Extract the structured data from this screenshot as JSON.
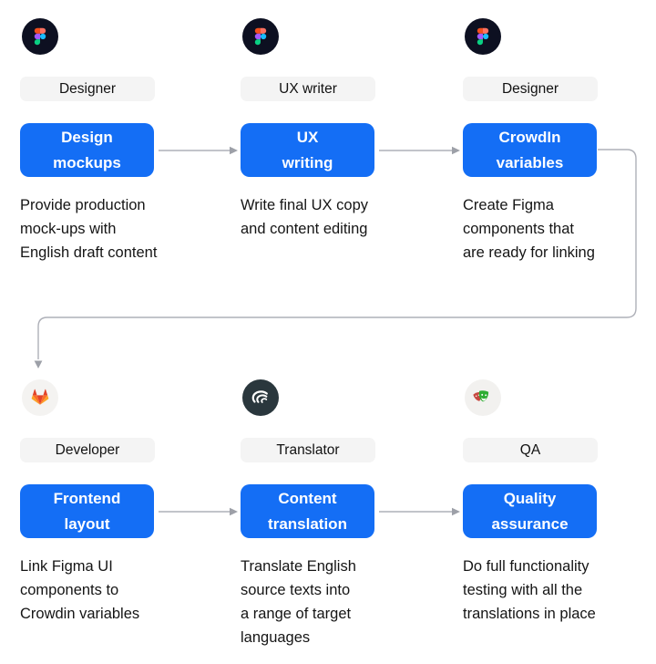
{
  "page": {
    "background": "#ffffff"
  },
  "colors": {
    "accent_blue": "#146EF5",
    "role_badge_bg": "#F4F4F4",
    "connector_line": "#AEB0B8",
    "arrowhead": "#9DA0A8",
    "text": "#151515",
    "node_text": "#ffffff"
  },
  "rows": [
    {
      "steps": [
        {
          "icon": "figma-icon",
          "role": "Designer",
          "box_lines": [
            "Design",
            "mockups"
          ],
          "desc_lines": [
            "Provide production",
            "mock-ups with",
            "English draft content"
          ]
        },
        {
          "icon": "figma-icon",
          "role": "UX writer",
          "box_lines": [
            "UX",
            "writing"
          ],
          "desc_lines": [
            "Write final UX copy",
            "and content editing"
          ]
        },
        {
          "icon": "figma-icon",
          "role": "Designer",
          "box_lines": [
            "CrowdIn",
            "variables"
          ],
          "desc_lines": [
            "Create Figma",
            "components that",
            "are ready for linking"
          ]
        }
      ]
    },
    {
      "steps": [
        {
          "icon": "gitlab-icon",
          "role": "Developer",
          "box_lines": [
            "Frontend",
            "layout"
          ],
          "desc_lines": [
            "Link Figma UI",
            "components to",
            "Crowdin variables"
          ]
        },
        {
          "icon": "crowdin-icon",
          "role": "Translator",
          "box_lines": [
            "Content",
            "translation"
          ],
          "desc_lines": [
            "Translate English",
            "source texts into",
            "a range of target",
            "languages"
          ]
        },
        {
          "icon": "playwright-icon",
          "role": "QA",
          "box_lines": [
            "Quality",
            "assurance"
          ],
          "desc_lines": [
            "Do full functionality",
            "testing with all the",
            "translations in place"
          ]
        }
      ]
    }
  ]
}
